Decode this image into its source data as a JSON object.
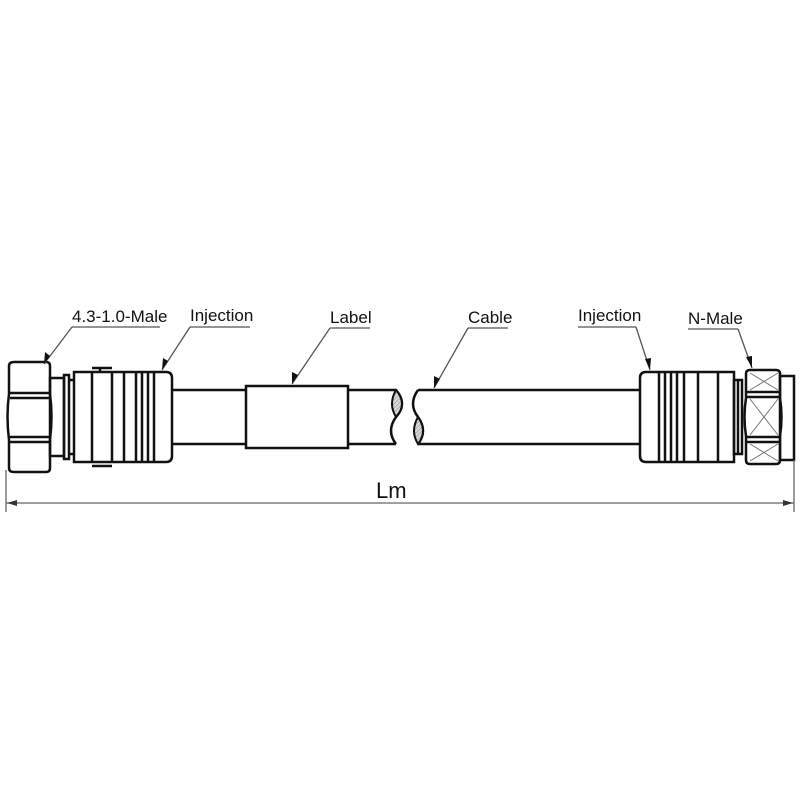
{
  "diagram": {
    "type": "cable-assembly-drawing",
    "labels": {
      "left_connector": "4.3-1.0-Male",
      "left_injection": "Injection",
      "label": "Label",
      "cable": "Cable",
      "right_injection": "Injection",
      "right_connector": "N-Male"
    },
    "dimension": {
      "length_label": "Lm"
    },
    "colors": {
      "line": "#111111",
      "leader": "#555555",
      "hatch": "#999999",
      "background": "#ffffff"
    }
  }
}
